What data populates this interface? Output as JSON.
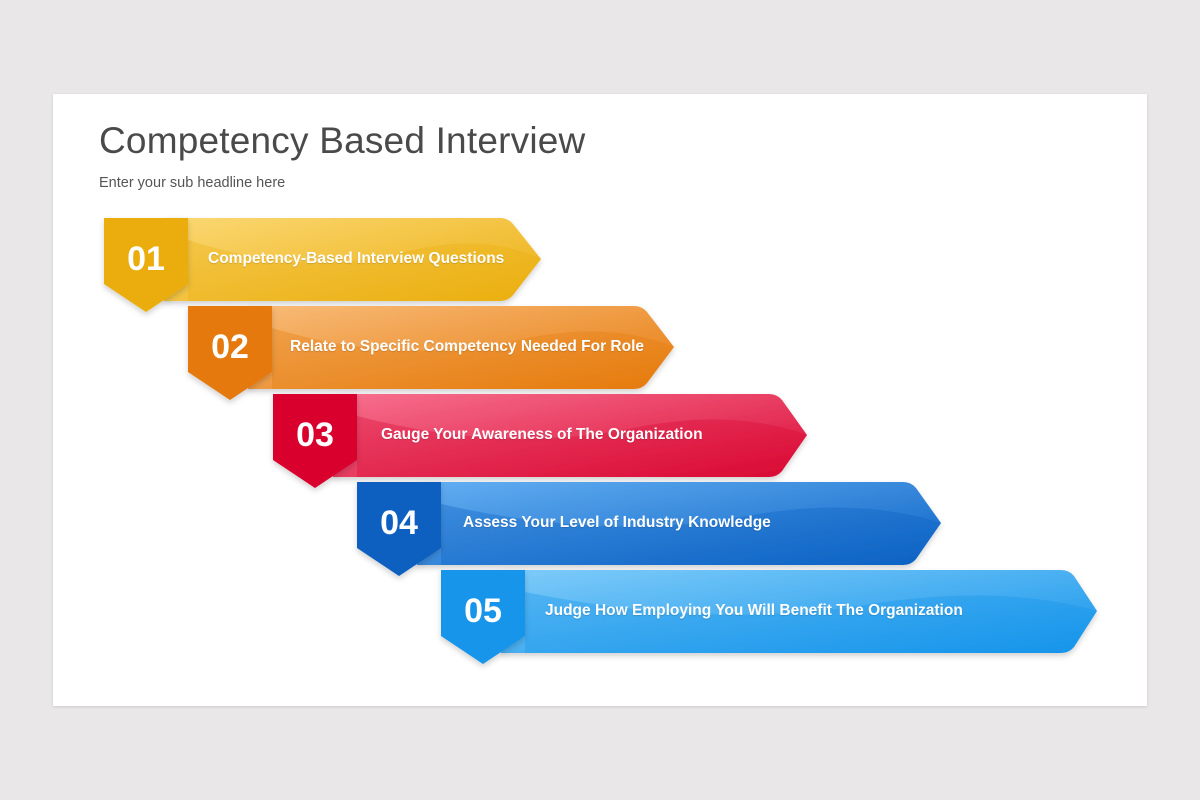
{
  "slide": {
    "title": "Competency Based Interview",
    "subtitle": "Enter your sub headline here"
  },
  "steps": [
    {
      "number": "01",
      "label": "Competency-Based Interview Questions",
      "badge_color": "#ebad07",
      "bar_light": "#fbd874",
      "bar_dark": "#ebae0e"
    },
    {
      "number": "02",
      "label": "Relate to Specific Competency Needed For Role",
      "badge_color": "#e5790b",
      "bar_light": "#f8bb78",
      "bar_dark": "#e67a0c"
    },
    {
      "number": "03",
      "label": "Gauge Your Awareness of The Organization",
      "badge_color": "#d9052e",
      "bar_light": "#f7708e",
      "bar_dark": "#da0a35"
    },
    {
      "number": "04",
      "label": "Assess Your Level of Industry Knowledge",
      "badge_color": "#0a5fc0",
      "bar_light": "#63aef2",
      "bar_dark": "#0b62c4"
    },
    {
      "number": "05",
      "label": "Judge How Employing You Will Benefit The Organization",
      "badge_color": "#1795ea",
      "bar_light": "#7ecbf9",
      "bar_dark": "#1594ea"
    }
  ]
}
